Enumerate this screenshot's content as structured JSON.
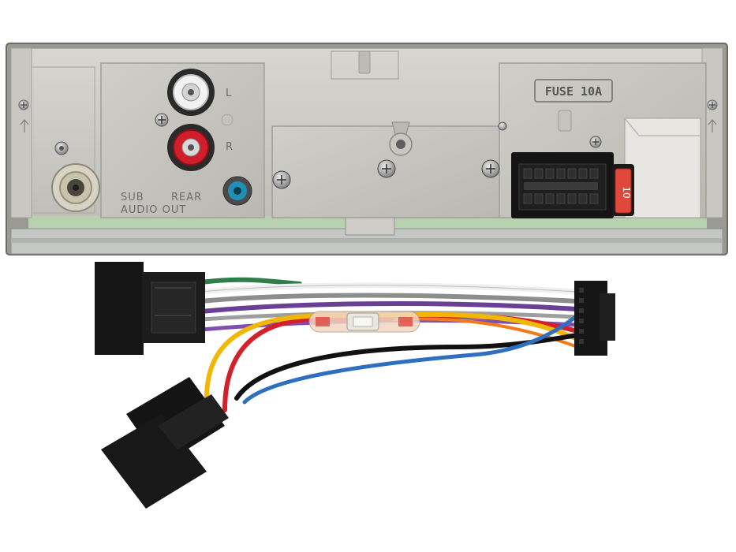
{
  "headunit": {
    "fuse_label": "FUSE 10A",
    "channel_left": "L",
    "channel_right": "R",
    "sub_label": "SUB",
    "rear_label": "REAR",
    "audio_out_label": "AUDIO OUT",
    "inline_fuse_text": "10"
  },
  "colors": {
    "chassis": "#c9c8c3",
    "rca_white": "#f2f2f2",
    "rca_red": "#d01f2a",
    "blue_jack": "#1f8fb5",
    "connector": "#141414",
    "fuse": "#e0473d",
    "pcb": "#b8d2b0",
    "wire_green": "#2f7d4a",
    "wire_white": "#f0f0f0",
    "wire_gray": "#8d8d8d",
    "wire_purple": "#6a3f96",
    "wire_red": "#d3202b",
    "wire_yellow": "#f2b705",
    "wire_black": "#111111",
    "wire_blue": "#2f6fc0",
    "wire_orange": "#f07b1a"
  }
}
